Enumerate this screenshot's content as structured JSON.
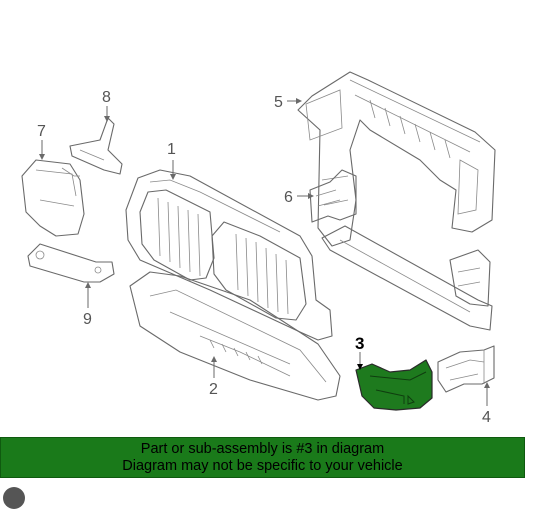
{
  "diagram": {
    "callouts": [
      {
        "id": "1",
        "label": "1"
      },
      {
        "id": "2",
        "label": "2"
      },
      {
        "id": "3",
        "label": "3",
        "highlighted": true
      },
      {
        "id": "4",
        "label": "4"
      },
      {
        "id": "5",
        "label": "5"
      },
      {
        "id": "6",
        "label": "6"
      },
      {
        "id": "7",
        "label": "7"
      },
      {
        "id": "8",
        "label": "8"
      },
      {
        "id": "9",
        "label": "9"
      }
    ],
    "highlight_color": "#1e7a1e"
  },
  "banner": {
    "line1": "Part or sub-assembly is #3 in diagram",
    "line2": "Diagram may not be specific to your vehicle",
    "background": "#1a7a1a"
  }
}
